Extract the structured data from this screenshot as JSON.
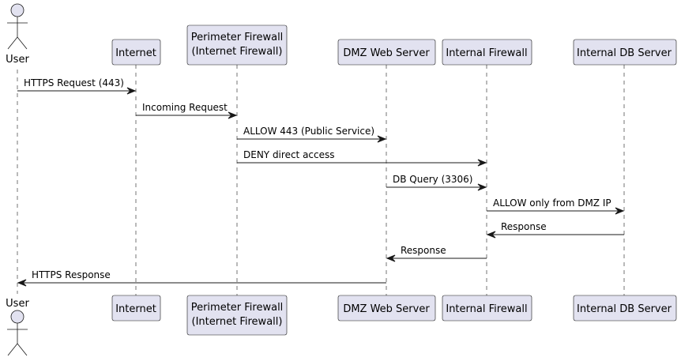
{
  "participants": [
    {
      "id": "user",
      "type": "actor",
      "lines": [
        "User"
      ]
    },
    {
      "id": "internet",
      "type": "box",
      "lines": [
        "Internet"
      ]
    },
    {
      "id": "perimeter",
      "type": "box",
      "lines": [
        "Perimeter Firewall",
        "(Internet Firewall)"
      ]
    },
    {
      "id": "dmz",
      "type": "box",
      "lines": [
        "DMZ Web Server"
      ]
    },
    {
      "id": "internalfw",
      "type": "box",
      "lines": [
        "Internal Firewall"
      ]
    },
    {
      "id": "db",
      "type": "box",
      "lines": [
        "Internal DB Server"
      ]
    }
  ],
  "messages": [
    {
      "from": "user",
      "to": "internet",
      "label": "HTTPS Request (443)"
    },
    {
      "from": "internet",
      "to": "perimeter",
      "label": "Incoming Request"
    },
    {
      "from": "perimeter",
      "to": "dmz",
      "label": "ALLOW 443 (Public Service)"
    },
    {
      "from": "perimeter",
      "to": "internalfw",
      "label": "DENY direct access"
    },
    {
      "from": "dmz",
      "to": "internalfw",
      "label": "DB Query (3306)"
    },
    {
      "from": "internalfw",
      "to": "db",
      "label": "ALLOW only from DMZ IP"
    },
    {
      "from": "db",
      "to": "internalfw",
      "label": "Response"
    },
    {
      "from": "internalfw",
      "to": "dmz",
      "label": "Response"
    },
    {
      "from": "dmz",
      "to": "user",
      "label": "HTTPS Response"
    }
  ]
}
